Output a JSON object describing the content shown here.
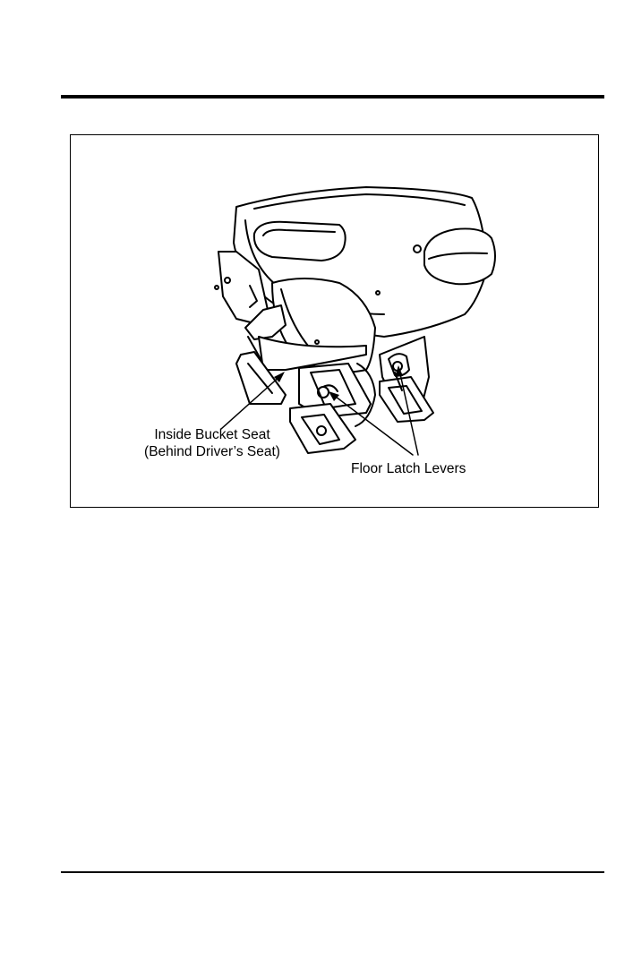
{
  "figure": {
    "callouts": {
      "inside_seat": {
        "line1": "Inside Bucket Seat",
        "line2": "(Behind Driver’s Seat)"
      },
      "floor_latch": "Floor Latch Levers"
    }
  },
  "colors": {
    "ink": "#000000",
    "paper": "#ffffff"
  }
}
